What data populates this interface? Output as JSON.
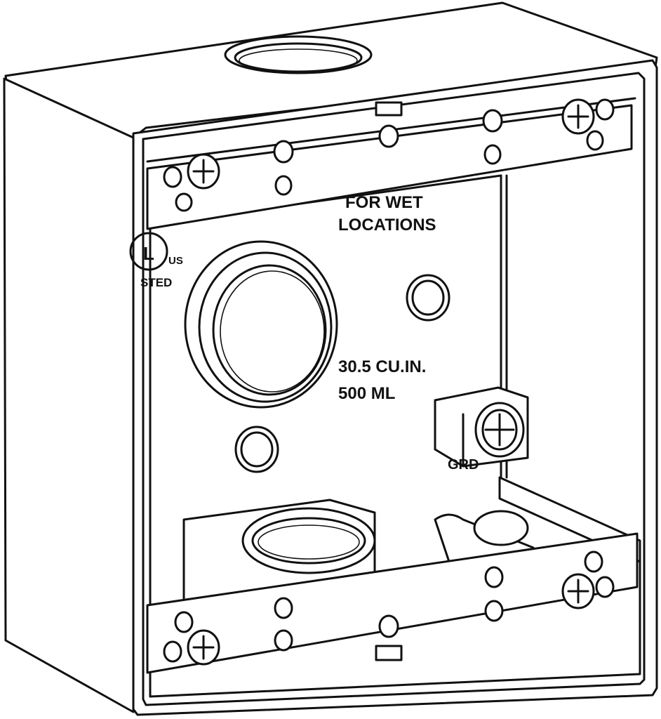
{
  "drawing": {
    "subject": "",
    "labels": {
      "wet_locations_line1": "FOR WET",
      "wet_locations_line2": "LOCATIONS",
      "volume_line1": "30.5 CU.IN.",
      "volume_line2": "500 ML",
      "ground": "GRD",
      "listing_mark": "L",
      "listing_country": "US",
      "listing_word": "STED"
    }
  }
}
